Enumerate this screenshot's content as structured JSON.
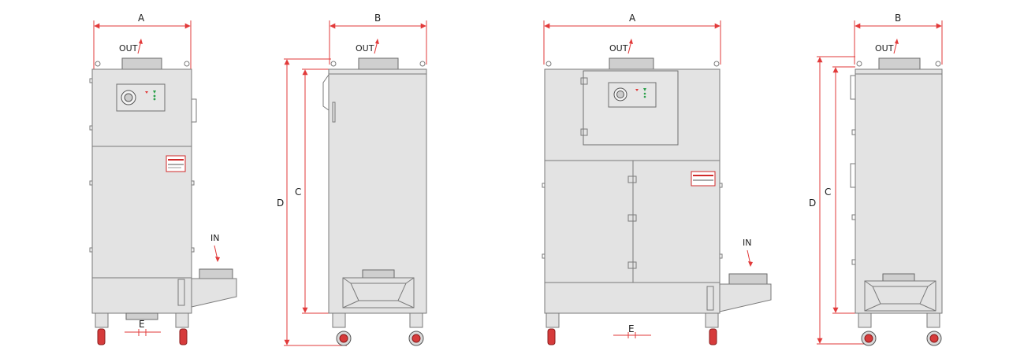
{
  "labels": {
    "A": "A",
    "B": "B",
    "C": "C",
    "D": "D",
    "E": "E",
    "out": "OUT",
    "in": "IN"
  },
  "colors": {
    "dimension": "#e23a3a",
    "body": "#e3e3e3",
    "outline": "#7a7a7a"
  },
  "views": [
    {
      "name": "front-view-narrow"
    },
    {
      "name": "side-view-narrow"
    },
    {
      "name": "front-view-wide"
    },
    {
      "name": "side-view-wide"
    }
  ]
}
